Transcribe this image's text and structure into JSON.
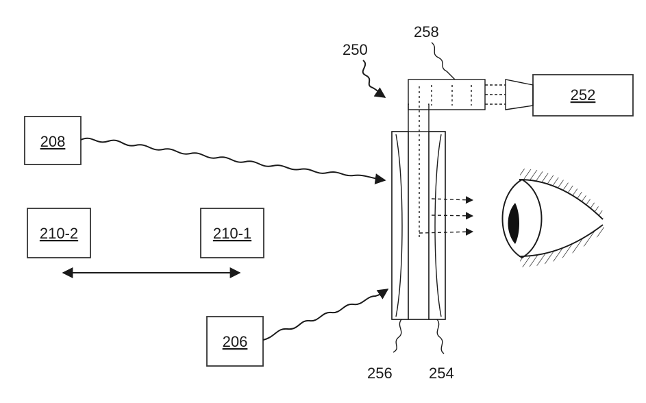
{
  "labels": {
    "box_208": "208",
    "box_210_2": "210-2",
    "box_210_1": "210-1",
    "box_206": "206",
    "box_252": "252",
    "ref_250": "250",
    "ref_258": "258",
    "ref_256": "256",
    "ref_254": "254"
  },
  "colors": {
    "line": "#1a1a1a",
    "box_border": "#333333",
    "background": "#ffffff"
  },
  "icons": [
    "eye-icon",
    "light-source-cone-icon",
    "arrow-icon"
  ]
}
